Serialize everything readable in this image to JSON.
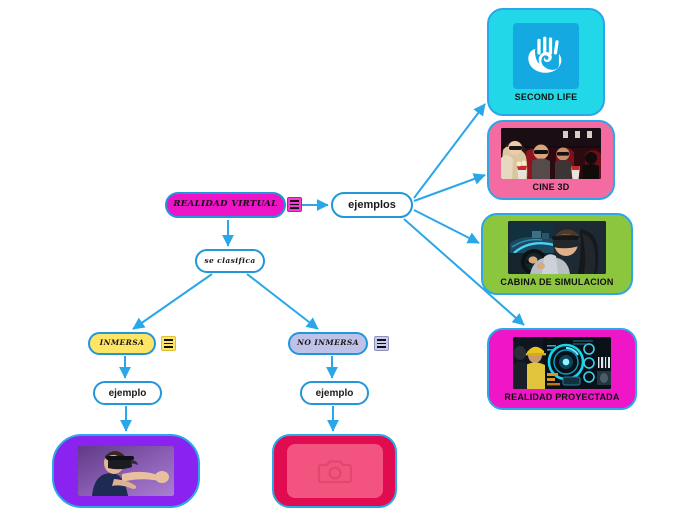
{
  "diagram": {
    "type": "mind-map",
    "title_node": "REALIDAD VIRTUAL"
  },
  "nodes": {
    "root": {
      "label": "REALIDAD VIRTUAL",
      "color": "#ed13c6",
      "shape": "rounded-pill"
    },
    "clasifica": {
      "label": "se clasifica",
      "color": "#ffffff",
      "shape": "rounded-pill"
    },
    "ejemplos": {
      "label": "ejemplos",
      "color": "#ffffff",
      "shape": "rounded-pill"
    },
    "inmersa": {
      "label": "INMERSA",
      "color": "#ffe566",
      "shape": "rounded-pill"
    },
    "no_inmersa": {
      "label": "NO INMERSA",
      "color": "#bfc2e8",
      "shape": "rounded-pill"
    },
    "ejemplo_inmersa": {
      "label": "ejemplo",
      "color": "#ffffff",
      "shape": "rounded-pill"
    },
    "ejemplo_no_inmersa": {
      "label": "ejemplo",
      "color": "#ffffff",
      "shape": "rounded-pill"
    }
  },
  "cards": [
    {
      "id": "second-life",
      "caption": "SECOND LIFE",
      "color": "#22d8e8",
      "image_alt": "second-life-hand-eye-logo"
    },
    {
      "id": "cine-3d",
      "caption": "CINE 3D",
      "color": "#f36ba0",
      "image_alt": "cinema-audience-3d-glasses-photo"
    },
    {
      "id": "cabina-simulacion",
      "caption": "CABINA DE SIMULACION",
      "color": "#8cc63e",
      "image_alt": "man-vr-headset-driving-simulator-photo"
    },
    {
      "id": "realidad-proyectada",
      "caption": "REALIDAD PROYECTADA",
      "color": "#ee16c6",
      "image_alt": "holographic-projected-interface-photo"
    },
    {
      "id": "inmersa-image",
      "caption": "",
      "color": "#8a22f0",
      "image_alt": "person-wearing-vr-headset-arms-out-photo"
    },
    {
      "id": "no-inmersa-image",
      "caption": "",
      "color": "#e00b50",
      "image_alt": "empty-image-placeholder-camera-icon"
    }
  ],
  "icons": {
    "note_root": "note-lines-icon",
    "note_inmersa": "note-lines-icon",
    "note_no_inmersa": "note-lines-icon",
    "camera_placeholder": "camera-icon"
  },
  "colors": {
    "connector": "#29a7e8",
    "node_border": "#2196d9",
    "magenta": "#ed13c6",
    "yellow": "#ffe566",
    "lavender": "#bfc2e8",
    "cyan": "#22d8e8",
    "pink": "#f36ba0",
    "green": "#8cc63e",
    "purple": "#8a22f0",
    "crimson": "#e00b50"
  },
  "edges": [
    {
      "from": "root",
      "to": "ejemplos"
    },
    {
      "from": "root",
      "to": "clasifica"
    },
    {
      "from": "clasifica",
      "to": "inmersa"
    },
    {
      "from": "clasifica",
      "to": "no_inmersa"
    },
    {
      "from": "inmersa",
      "to": "ejemplo_inmersa"
    },
    {
      "from": "no_inmersa",
      "to": "ejemplo_no_inmersa"
    },
    {
      "from": "ejemplo_inmersa",
      "to": "inmersa-image"
    },
    {
      "from": "ejemplo_no_inmersa",
      "to": "no-inmersa-image"
    },
    {
      "from": "ejemplos",
      "to": "second-life"
    },
    {
      "from": "ejemplos",
      "to": "cine-3d"
    },
    {
      "from": "ejemplos",
      "to": "cabina-simulacion"
    },
    {
      "from": "ejemplos",
      "to": "realidad-proyectada"
    }
  ]
}
